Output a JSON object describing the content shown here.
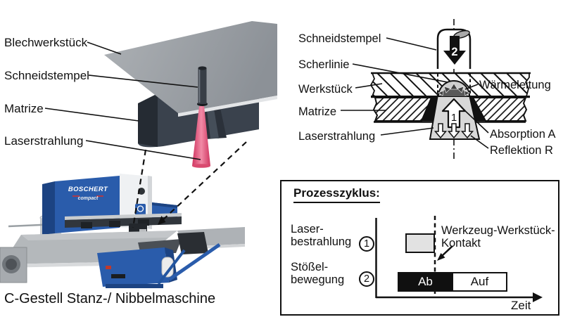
{
  "figure": {
    "left_panel": {
      "labels": {
        "sheet": "Blechwerkstück",
        "punch": "Schneidstempel",
        "die": "Matrize",
        "laser": "Laserstrahlung"
      },
      "machine": {
        "brand": "BOSCHERT",
        "series": "compact"
      },
      "caption": "C-Gestell Stanz-/ Nibbelmaschine"
    },
    "cross_section": {
      "labels_left": {
        "punch": "Schneidstempel",
        "shear_line": "Scherlinie",
        "workpiece": "Werkstück",
        "die": "Matrize",
        "laser": "Laserstrahlung"
      },
      "labels_right": {
        "heat_conduction": "Wärmeleitung",
        "absorption": "Absorption A",
        "reflection": "Reflektion R"
      },
      "marker_punch": "2",
      "marker_laser": "1"
    },
    "process_cycle": {
      "title": "Prozesszyklus:",
      "rows": [
        {
          "label_line1": "Laser-",
          "label_line2": "bestrahlung",
          "marker": "1"
        },
        {
          "label_line1": "Stößel-",
          "label_line2": "bewegung",
          "marker": "2"
        }
      ],
      "contact_label_line1": "Werkzeug-Werkstück-",
      "contact_label_line2": "Kontakt",
      "stroke_down": "Ab",
      "stroke_up": "Auf",
      "axis_label": "Zeit"
    },
    "colors": {
      "laser_beam": "#e4486e",
      "machine_blue": "#2a5cab",
      "steel_gray": "#9aa0a6",
      "die_dark": "#3a424d"
    }
  }
}
